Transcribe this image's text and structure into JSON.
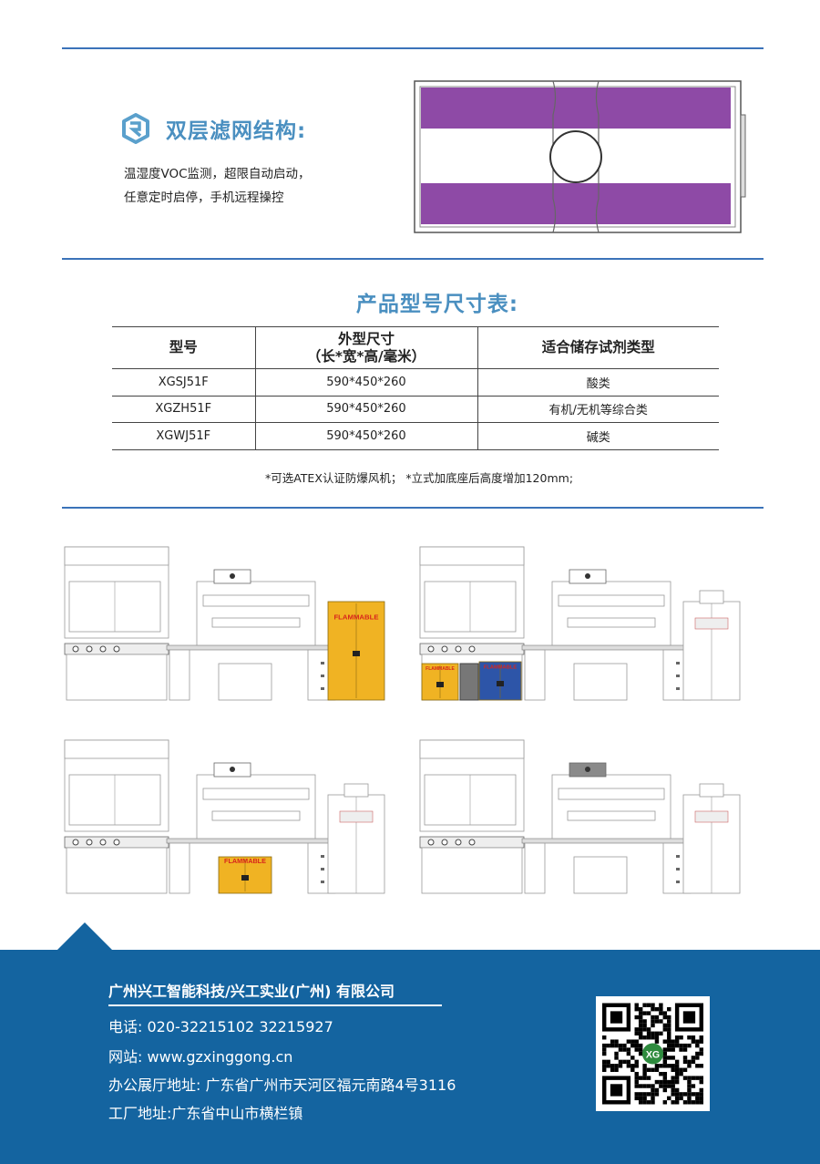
{
  "section": {
    "title": "双层滤网结构:",
    "description": [
      "温湿度VOC监测，超限自动启动，",
      "任意定时启停，手机远程操控"
    ]
  },
  "table_section": {
    "title": "产品型号尺寸表:",
    "headers": {
      "model": "型号",
      "size_line1": "外型尺寸",
      "size_line2": "（长*宽*高/毫米）",
      "type": "适合储存试剂类型"
    },
    "rows": [
      {
        "model": "XGSJ51F",
        "size": "590*450*260",
        "type": "酸类"
      },
      {
        "model": "XGZH51F",
        "size": "590*450*260",
        "type": "有机/无机等综合类"
      },
      {
        "model": "XGWJ51F",
        "size": "590*450*260",
        "type": "碱类"
      }
    ],
    "note": "*可选ATEX认证防爆风机；  *立式加底座后高度增加120mm;"
  },
  "scenes": {
    "cabinet_label": "FLAMMABLE"
  },
  "footer": {
    "company": "广州兴工智能科技/兴工实业(广州) 有限公司",
    "phone": "电话: 020-32215102 32215927",
    "website": "网站: www.gzxinggong.cn",
    "office": "办公展厅地址: 广东省广州市天河区福元南路4号3116",
    "factory": "工厂地址:广东省中山市横栏镇",
    "qr_logo": "XG"
  },
  "colors": {
    "accent": "#4a8fc0",
    "rule": "#3b73b9",
    "footer": "#1464a0",
    "filter": "#8e4aa6",
    "yellow": "#f0b323",
    "blue": "#2d55a8"
  }
}
